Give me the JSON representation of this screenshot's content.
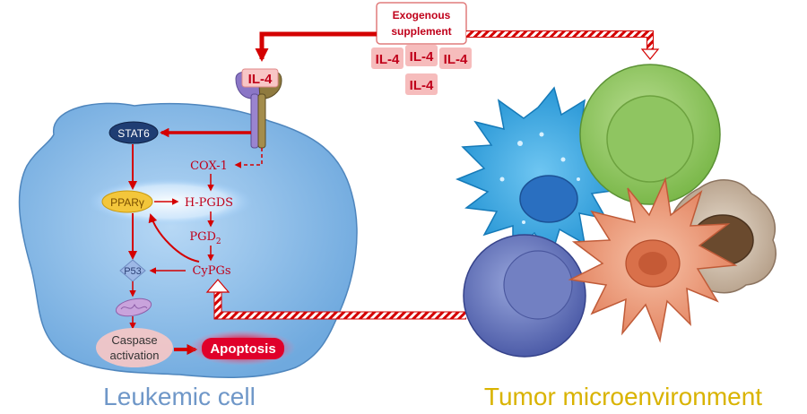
{
  "supplement": {
    "title_line1": "Exogenous",
    "title_line2": "supplement",
    "il4_tokens": [
      "IL-4",
      "IL-4",
      "IL-4",
      "IL-4"
    ]
  },
  "receptor": {
    "label": "IL-4"
  },
  "pathway": {
    "stat6": "STAT6",
    "cox1": "COX-1",
    "ppar": "PPARγ",
    "hpgds": "H-PGDS",
    "pgd2_main": "PGD",
    "pgd2_sub": "2",
    "cypgs": "CyPGs",
    "p53": "P53",
    "caspase_line1": "Caspase",
    "caspase_line2": "activation",
    "apoptosis": "Apoptosis"
  },
  "captions": {
    "leukemic_cell": "Leukemic cell",
    "tumor_micro": "Tumor microenvironment"
  },
  "colors": {
    "arrow_red": "#d40000",
    "text_red": "#c0001a",
    "cell_blue": "#8fc0ea",
    "caption_blue": "#6f97c8",
    "caption_gold": "#d9b300",
    "stat6_navy": "#1f3d73",
    "ppar_gold": "#f3c63b"
  }
}
